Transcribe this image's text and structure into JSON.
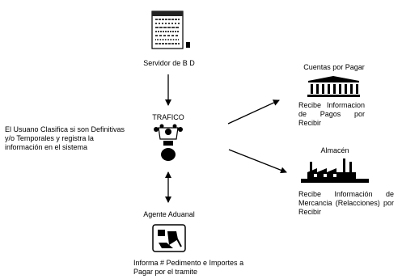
{
  "nodes": {
    "server": {
      "label": "Servidor de B D",
      "icon": "server-icon"
    },
    "trafico": {
      "label": "TRAFICO",
      "icon": "traffic-controller-icon"
    },
    "agente": {
      "label": "Agente Aduanal",
      "icon": "customs-agent-icon"
    },
    "cuentas": {
      "label": "Cuentas por Pagar",
      "icon": "bank-building-icon",
      "desc": "Recibe Informacion de Pagos por Recibir"
    },
    "almacen": {
      "label": "Almacén",
      "icon": "warehouse-factory-icon",
      "desc": "Recibe Información de Mercancia (Relacciones) por Recibir"
    }
  },
  "notes": {
    "usuario": "El Usuano Clasifica si son Definitivas y/o Temporales y registra la información en el sistema",
    "informa": "Informa # Pedimento e Importes a Pagar por el tramite"
  }
}
